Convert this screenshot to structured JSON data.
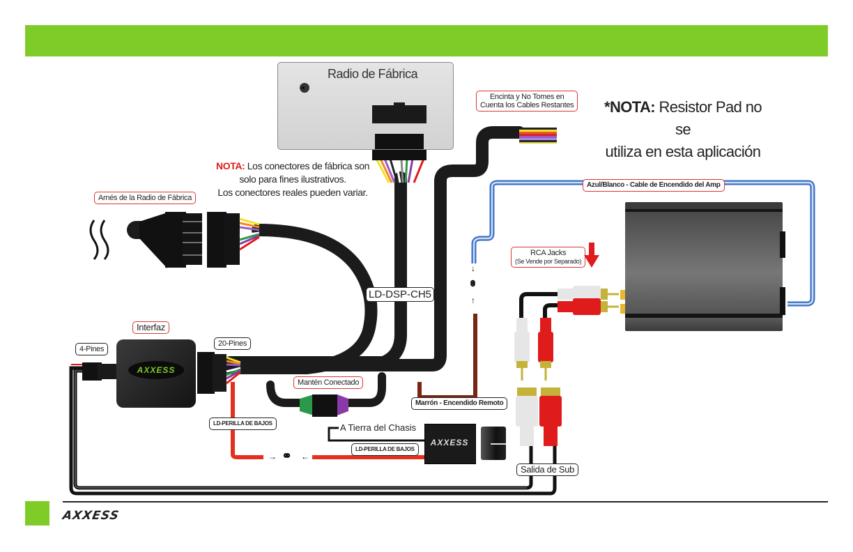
{
  "header": {
    "bar_color": "#7fcc28"
  },
  "radio": {
    "title": "Radio de Fábrica"
  },
  "labels": {
    "tape_note": [
      "Encinta y No Tomes en",
      "Cuenta los Cables Restantes"
    ],
    "resistor_note_bold": "*NOTA:",
    "resistor_note_text": "Resistor Pad no se",
    "resistor_note_line2": "utiliza en esta aplicación",
    "connector_note_bold": "NOTA:",
    "connector_note_line1": "Los conectores de fábrica son",
    "connector_note_line2": "solo para fines ilustrativos.",
    "connector_note_line3": "Los conectores reales pueden variar.",
    "factory_harness": "Arnés de la Radio de Fábrica",
    "amp_turn_on": "Azul/Blanco - Cable de Encendido del Amp",
    "rca_jacks": "RCA Jacks",
    "rca_jacks_sub": "(Se Vende por Separado)",
    "harness_name": "LD-DSP-CH5",
    "interface": "Interfaz",
    "four_pin": "4-Pines",
    "twenty_pin": "20-Pines",
    "keep_connected": "Mantén Conectado",
    "remote_turn_on": "Marrón - Encendido Remoto",
    "bass_knob_1": "LD-PERILLA DE BAJOS",
    "bass_knob_2": "LD-PERILLA DE BAJOS",
    "chassis_ground": "A Tierra del Chasis",
    "sub_out": "Salida de Sub"
  },
  "brand": {
    "logo_text": "AXXESS",
    "interface_logo": "AXXESS",
    "knob_logo": "AXXESS"
  },
  "icons": {
    "link": "link-icon",
    "arrow_down": "↓",
    "arrow_up": "↑",
    "arrow_right": "→",
    "arrow_left": "←",
    "link_glyph": "⚭"
  },
  "colors": {
    "accent_green": "#7fcc28",
    "callout_red": "#e01b1b",
    "label_border_red": "#dd3333",
    "blue_wire": "#5a8fd8",
    "brown_wire": "#8b2a1a",
    "red_wire": "#e2321e",
    "cable_black": "#1b1b1b"
  }
}
